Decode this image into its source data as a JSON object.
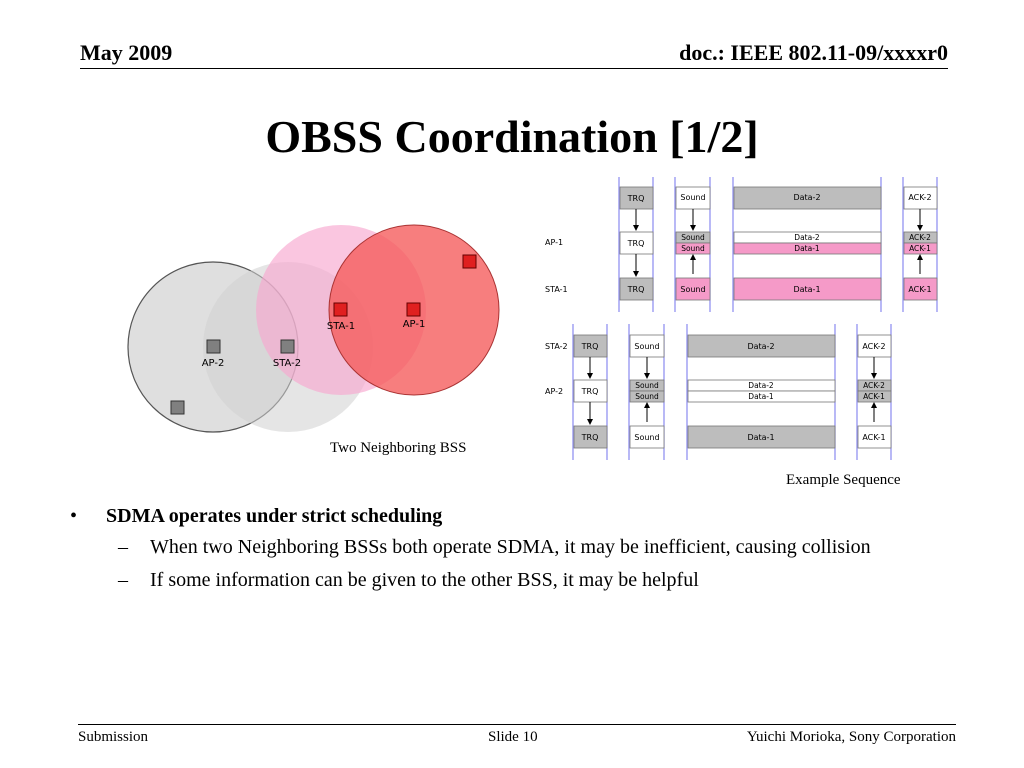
{
  "header": {
    "date": "May 2009",
    "doc": "doc.: IEEE 802.11-09/xxxxr0"
  },
  "title": "OBSS Coordination [1/2]",
  "bss_figure": {
    "caption": "Two Neighboring BSS",
    "labels": {
      "ap2": "AP-2",
      "sta2": "STA-2",
      "sta1": "STA-1",
      "ap1": "AP-1"
    },
    "colors": {
      "bss1": "#f45a5a",
      "bss1_sta": "#f7a6cc",
      "bss2": "#cccccc",
      "marker_red": "#e02020",
      "marker_grey": "#808080"
    }
  },
  "sequence_figure": {
    "caption": "Example Sequence",
    "top": {
      "rows": [
        "AP-1",
        "STA-1"
      ],
      "cells": {
        "trq_top": "TRQ",
        "trq_mid": "TRQ",
        "trq_bot": "TRQ",
        "sound_top": "Sound",
        "sound_a": "Sound",
        "sound_b": "Sound",
        "sound_bot": "Sound",
        "data_top": "Data-2",
        "data_a": "Data-2",
        "data_b": "Data-1",
        "data_bot": "Data-1",
        "ack_top": "ACK-2",
        "ack_a": "ACK-2",
        "ack_b": "ACK-1",
        "ack_bot": "ACK-1"
      }
    },
    "bottom": {
      "rows": [
        "STA-2",
        "AP-2"
      ],
      "cells": {
        "trq_top": "TRQ",
        "trq_mid": "TRQ",
        "trq_bot": "TRQ",
        "sound_top": "Sound",
        "sound_a": "Sound",
        "sound_b": "Sound",
        "sound_bot": "Sound",
        "data_top": "Data-2",
        "data_a": "Data-2",
        "data_b": "Data-1",
        "data_bot": "Data-1",
        "ack_top": "ACK-2",
        "ack_a": "ACK-2",
        "ack_b": "ACK-1",
        "ack_bot": "ACK-1"
      }
    },
    "colors": {
      "grey": "#bdbdbd",
      "pink": "#f59ac8",
      "line": "#8a8af0"
    }
  },
  "bullets": {
    "main": "SDMA operates under strict scheduling",
    "main_marker": "•",
    "sub_marker": "–",
    "sub": [
      "When two Neighboring BSSs both operate SDMA, it may be inefficient, causing collision",
      "If some information can be given to the other BSS, it may be helpful"
    ]
  },
  "footer": {
    "left": "Submission",
    "center": "Slide 10",
    "right": "Yuichi Morioka, Sony Corporation"
  }
}
